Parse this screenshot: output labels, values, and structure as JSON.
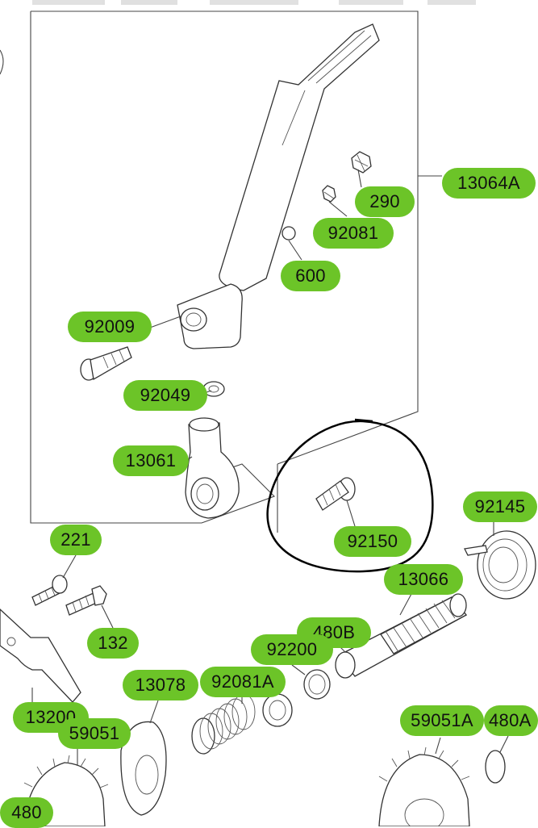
{
  "labels": {
    "p13064A": "13064A",
    "p290": "290",
    "p92081": "92081",
    "p600": "600",
    "p92009": "92009",
    "p92049": "92049",
    "p13061": "13061",
    "p92150": "92150",
    "p92145": "92145",
    "p221": "221",
    "p13066": "13066",
    "p132": "132",
    "p480B": "480B",
    "p92200": "92200",
    "p13078": "13078",
    "p92081A": "92081A",
    "p13200": "13200",
    "p59051": "59051",
    "p59051A": "59051A",
    "p480A": "480A",
    "p480": "480"
  },
  "colors": {
    "label_fill": "#6cc428",
    "line": "#444444",
    "circle_annotation": "#000000"
  }
}
